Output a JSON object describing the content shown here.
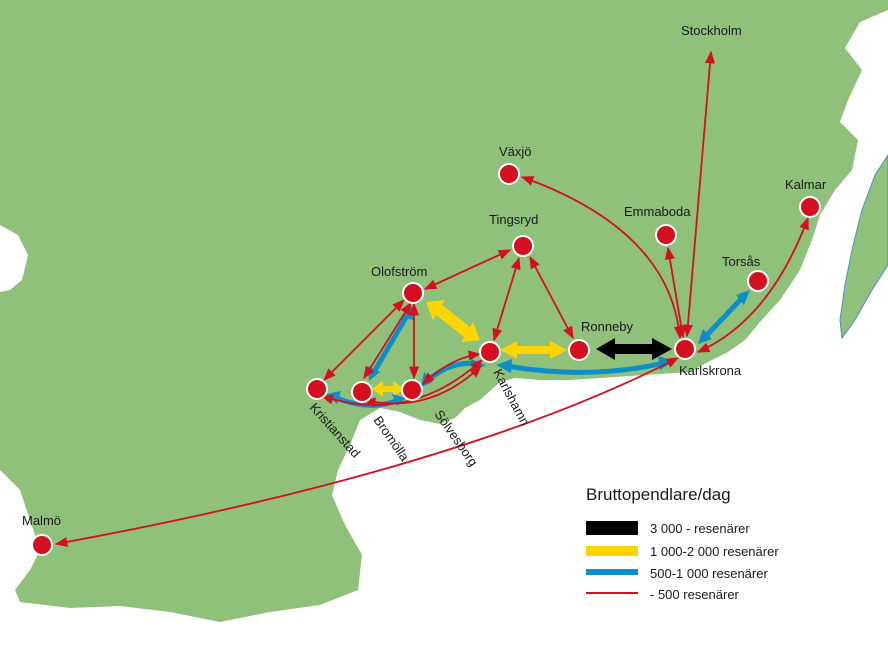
{
  "colors": {
    "land": "#8fc17b",
    "sea": "#ffffff",
    "city": "#d40f1f",
    "cityStroke": "#ffffff",
    "black": "#000000",
    "yellow": "#ffd500",
    "blue": "#0a8fc9",
    "red": "#d40f1f"
  },
  "cities": {
    "stockholm": "Stockholm",
    "vaxjo": "Växjö",
    "emmaboda": "Emmaboda",
    "kalmar": "Kalmar",
    "tingsryd": "Tingsryd",
    "torsas": "Torsås",
    "olofstrom": "Olofström",
    "ronneby": "Ronneby",
    "karlshamn": "Karlshamn",
    "karlskrona": "Karlskrona",
    "kristianstad": "Kristianstad",
    "bromolla": "Bromölla",
    "solvesborg": "Sölvesborg",
    "malmo": "Malmö"
  },
  "legend": {
    "title": "Bruttopendlare/dag",
    "items": [
      {
        "label": "3 000 - resenärer",
        "color": "#000000"
      },
      {
        "label": "1 000-2 000 resenärer",
        "color": "#ffd500"
      },
      {
        "label": "500-1 000 resenärer",
        "color": "#0a8fc9"
      },
      {
        "label": "- 500 resenärer",
        "color": "#d40f1f"
      }
    ]
  }
}
